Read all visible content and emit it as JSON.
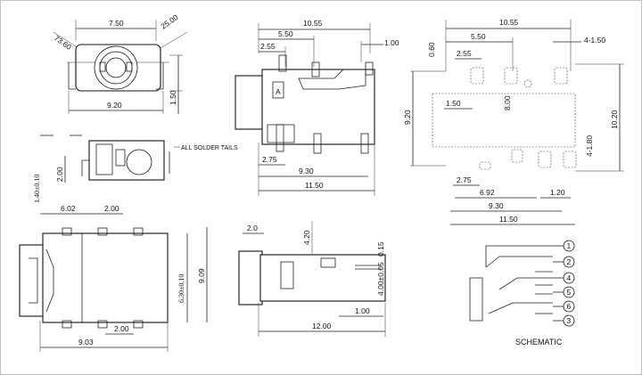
{
  "top_front_view": {
    "width": "7.50",
    "angle_left": "73.60",
    "angle_right": "25.00",
    "bottom_width": "9.20",
    "side_height": "1.50"
  },
  "top_side_view": {
    "total": "10.55",
    "d1": "5.50",
    "d2": "2.55",
    "d3": "1.00",
    "d4": "2.75",
    "d5": "9.30",
    "d6": "11.50",
    "mark": "A"
  },
  "pcb_layout": {
    "total": "10.55",
    "d1": "5.50",
    "d2": "4-1.50",
    "d3": "0.60",
    "d4": "2.55",
    "d5": "1.50",
    "d6": "8.00",
    "d7": "9.20",
    "d8": "10.20",
    "d9": "4-1.80",
    "d10": "2.75",
    "d11": "6.92",
    "d12": "1.20",
    "d13": "9.30",
    "d14": "11.50"
  },
  "middle_left_view": {
    "note": "ALL SOLDER TAILS",
    "d1": "2.00",
    "tol": "1.40±0.10"
  },
  "bottom_left_view": {
    "d1": "6.02",
    "d2": "2.00",
    "d3": "6.30±0.10",
    "d4": "9.09",
    "d5": "2.00",
    "d6": "9.03"
  },
  "bottom_middle_view": {
    "d1": "2.0",
    "d2": "4.20",
    "d3": "4.00±0.05",
    "d4": "0.15",
    "d5": "1.00",
    "d6": "12.00"
  },
  "schematic": {
    "title": "SCHEMATIC",
    "pins": [
      "1",
      "2",
      "4",
      "5",
      "6",
      "3"
    ]
  }
}
